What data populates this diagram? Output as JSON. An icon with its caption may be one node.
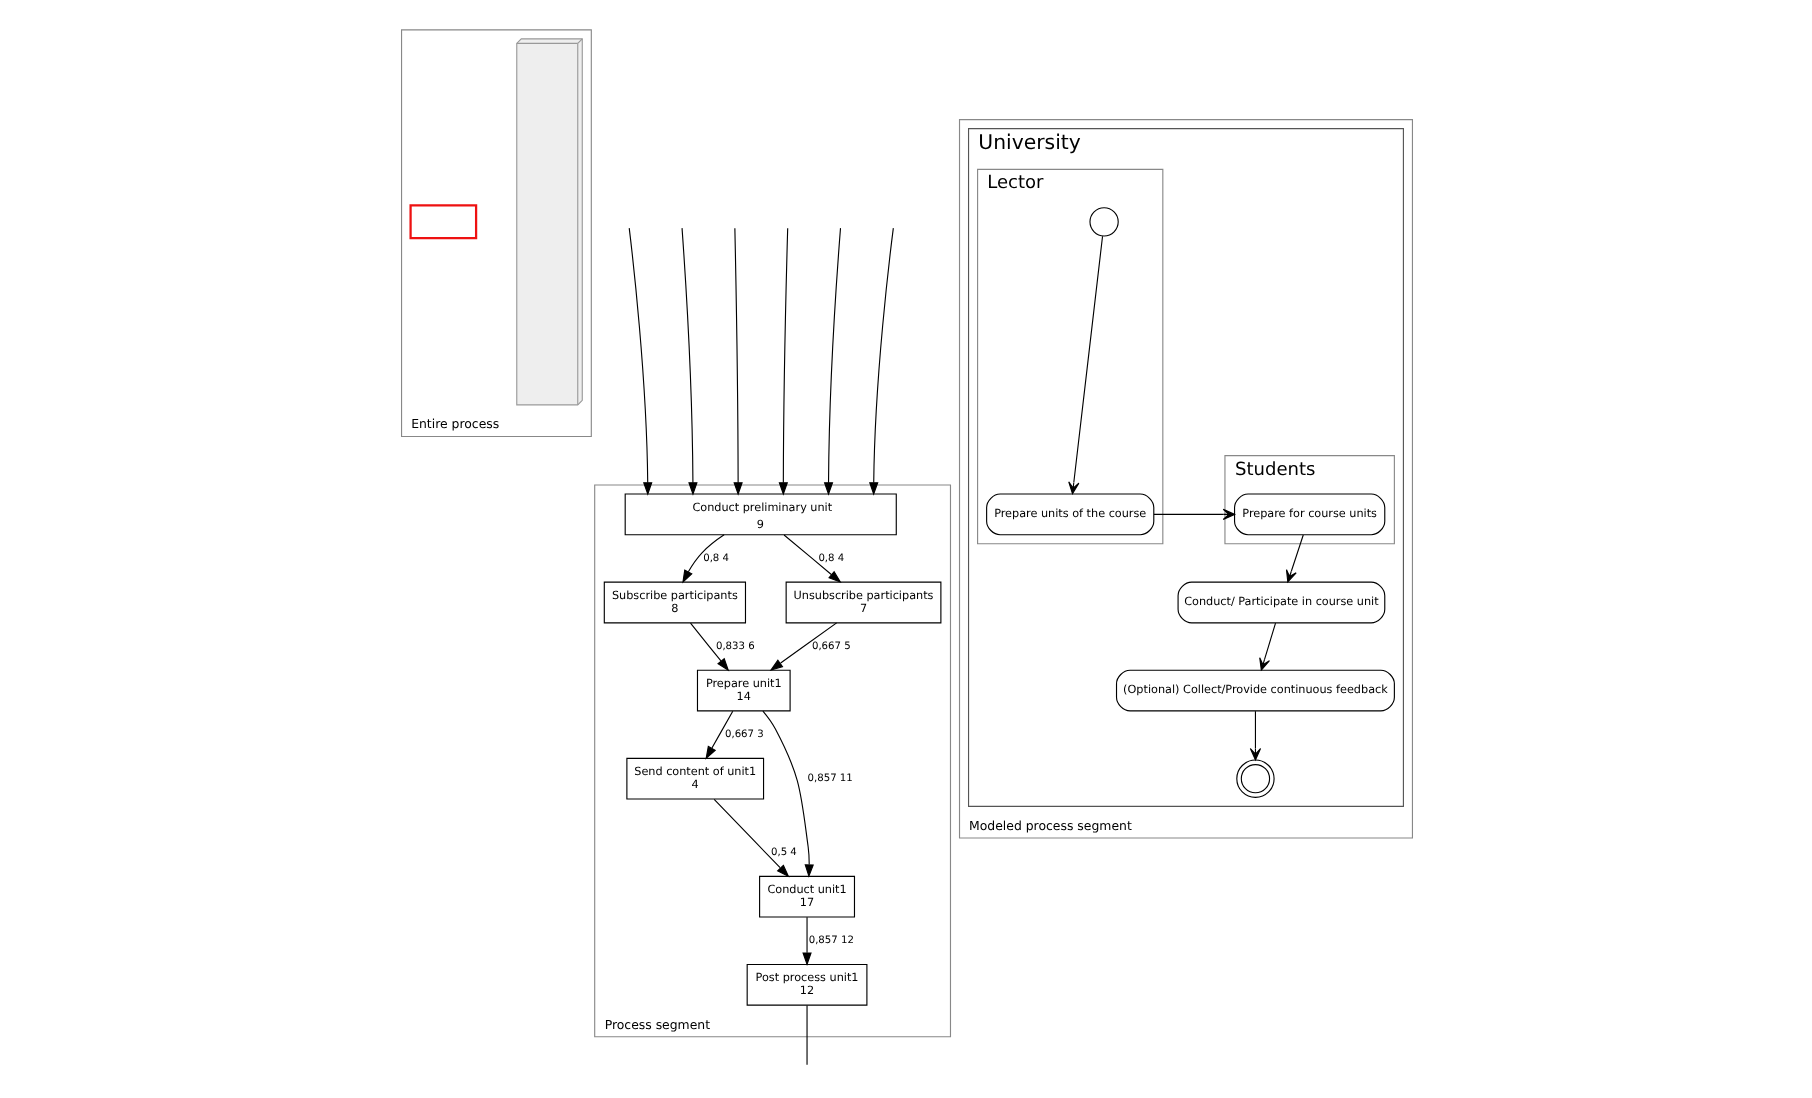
{
  "diagram": {
    "nodes": [
      {
        "text": [
          "Entire process"
        ]
      },
      {
        "text": [],
        "shape": "picture",
        "in": 0
      },
      {
        "text": [],
        "shape": "box",
        "in": 0
      },
      {
        "text": [
          "Process segment"
        ]
      },
      {
        "text": [
          "Conduct preliminary unit",
          "9"
        ],
        "in": 3
      },
      {
        "text": [
          "Subscribe participants",
          "8"
        ],
        "in": 3
      },
      {
        "text": [
          "Unsubscribe participants",
          "7"
        ],
        "in": 3
      },
      {
        "text": [
          "Prepare unit1",
          "14"
        ],
        "in": 3
      },
      {
        "text": [
          "Send content of unit1",
          "4"
        ],
        "in": 3
      },
      {
        "text": [
          "Conduct unit1",
          "17"
        ],
        "in": 3
      },
      {
        "text": [
          "Post process unit1",
          "12"
        ],
        "in": 3
      },
      {
        "text": [
          "Modeled process segment"
        ]
      },
      {
        "text": [
          "University"
        ],
        "in": 11
      },
      {
        "text": [
          "Lector"
        ],
        "in": 12
      },
      {
        "text": [
          "Students"
        ],
        "in": 12
      },
      {
        "text": [],
        "shape": "circle",
        "in": 13
      },
      {
        "text": [
          "Prepare units of the course"
        ],
        "in": 13
      },
      {
        "text": [
          "Prepare for course units"
        ],
        "in": 14
      },
      {
        "text": [
          "Conduct/ Participate in course unit"
        ],
        "in": 12
      },
      {
        "text": [
          "(Optional) Collect/Provide continuous feedback"
        ],
        "in": 12
      },
      {
        "text": [],
        "shape": "circle",
        "in": 12
      }
    ],
    "edges": [
      {
        "from": null,
        "to": 4,
        "arrow": "to"
      },
      {
        "from": null,
        "to": 4,
        "arrow": "to"
      },
      {
        "from": null,
        "to": 4,
        "arrow": "to"
      },
      {
        "from": null,
        "to": 4,
        "arrow": "to"
      },
      {
        "from": null,
        "to": 4,
        "arrow": "to"
      },
      {
        "from": null,
        "to": 4,
        "arrow": "to"
      },
      {
        "from": 4,
        "to": 5,
        "arrow": "to",
        "label": "0,8 4"
      },
      {
        "from": 4,
        "to": 6,
        "arrow": "to",
        "label": "0,8 4"
      },
      {
        "from": 5,
        "to": 7,
        "arrow": "to",
        "label": "0,833 6"
      },
      {
        "from": 6,
        "to": 7,
        "arrow": "to",
        "label": "0,667 5"
      },
      {
        "from": 7,
        "to": 8,
        "arrow": "to",
        "label": "0,667 3"
      },
      {
        "from": 7,
        "to": 9,
        "arrow": "to",
        "label": "0,857 11"
      },
      {
        "from": 8,
        "to": 9,
        "arrow": "to",
        "label": "0,5 4"
      },
      {
        "from": 9,
        "to": 10,
        "arrow": "to",
        "label": "0,857 12"
      },
      {
        "from": 10,
        "to": null,
        "arrow": "none"
      },
      {
        "from": 15,
        "to": 16,
        "arrow": "to"
      },
      {
        "from": 16,
        "to": 17,
        "arrow": "to"
      },
      {
        "from": 17,
        "to": 18,
        "arrow": "to"
      },
      {
        "from": 18,
        "to": 19,
        "arrow": "to"
      },
      {
        "from": 19,
        "to": 20,
        "arrow": "to"
      }
    ]
  }
}
